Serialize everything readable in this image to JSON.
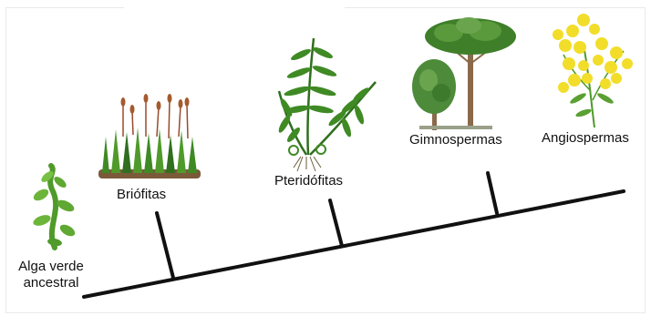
{
  "diagram": {
    "groups": [
      {
        "key": "alga",
        "label_line1": "Alga verde",
        "label_line2": "ancestral"
      },
      {
        "key": "briofitas",
        "label": "Briófitas"
      },
      {
        "key": "pteridofitas",
        "label": "Pteridófitas"
      },
      {
        "key": "gimnospermas",
        "label": "Gimnospermas"
      },
      {
        "key": "angiospermas",
        "label": "Angiospermas"
      }
    ],
    "colors": {
      "line": "#111111",
      "leaf_green": "#4f9a2a",
      "dark_green": "#2f6f1e",
      "yellow": "#f2dd2a",
      "trunk": "#8a6a4a",
      "moss_red": "#9a4a2a"
    }
  }
}
